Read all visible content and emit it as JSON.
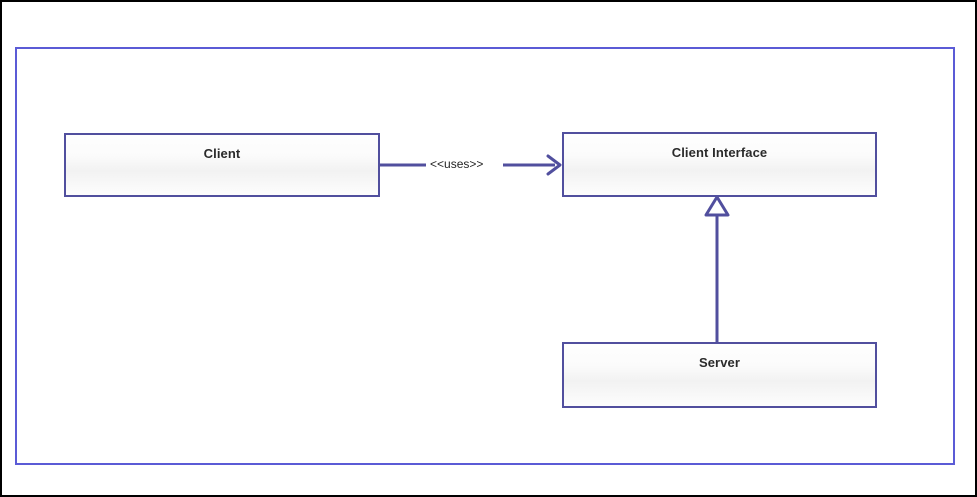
{
  "diagram": {
    "type": "uml-class-diagram",
    "canvas": {
      "border_color": "#5b5bd6",
      "background": "#ffffff",
      "outer_border_color": "#000000"
    },
    "node_style": {
      "border_color": "#514f9e",
      "fill_top": "#fefefe",
      "fill_mid": "#f2f2f2",
      "text_color": "#2b2b2b"
    },
    "nodes": [
      {
        "id": "client",
        "label": "Client"
      },
      {
        "id": "client-interface",
        "label": "Client Interface"
      },
      {
        "id": "server",
        "label": "Server"
      }
    ],
    "edges": [
      {
        "id": "uses",
        "from": "client",
        "to": "client-interface",
        "label": "<<uses>>",
        "arrow": "open-arrow",
        "line": "solid",
        "stereotype": "uses"
      },
      {
        "id": "realizes",
        "from": "server",
        "to": "client-interface",
        "label": "",
        "arrow": "hollow-triangle",
        "line": "solid",
        "stereotype": "generalization"
      }
    ]
  }
}
